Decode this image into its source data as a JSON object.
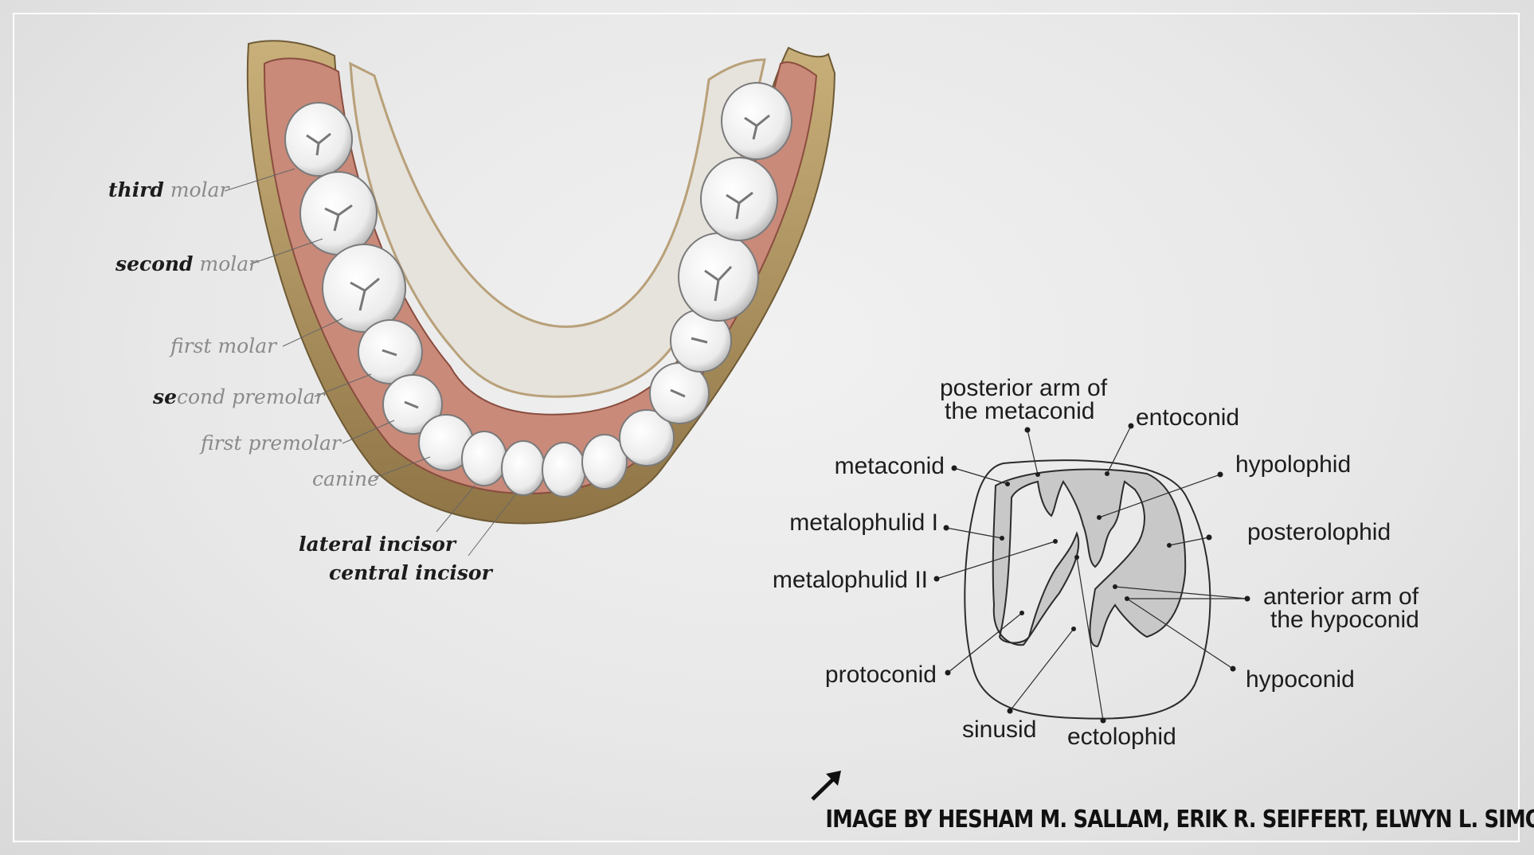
{
  "tooth_labels": [
    {
      "bold": "third",
      "rest": " molar"
    },
    {
      "bold": "second",
      "rest": " molar"
    },
    {
      "bold": "",
      "rest": "first molar"
    },
    {
      "bold": "se",
      "rest": "cond premolar"
    },
    {
      "bold": "",
      "rest": "first premolar"
    },
    {
      "bold": "",
      "rest": "canine"
    },
    {
      "bold": "lateral incisor",
      "rest": ""
    },
    {
      "bold": "central incisor",
      "rest": ""
    }
  ],
  "molar_diagram": {
    "labels": [
      {
        "line1": "posterior arm of",
        "line2": "the metaconid"
      },
      {
        "line1": "entoconid"
      },
      {
        "line1": "metaconid"
      },
      {
        "line1": "hypolophid"
      },
      {
        "line1": "metalophulid I"
      },
      {
        "line1": "posterolophid"
      },
      {
        "line1": "metalophulid II"
      },
      {
        "line1": "anterior arm of",
        "line2": "the hypoconid"
      },
      {
        "line1": "protoconid"
      },
      {
        "line1": "hypoconid"
      },
      {
        "line1": "sinusid"
      },
      {
        "line1": "ectolophid"
      }
    ]
  },
  "credit": "IMAGE BY HESHAM M. SALLAM, ERIK R. SEIFFERT, ELWYN L. SIMONS",
  "colors": {
    "background": "#e8e8e8",
    "bone": "#b49a64",
    "gum": "#c98a7a",
    "enamel": "#f4f4f4",
    "diagram_fill": "#c8c8c8"
  }
}
